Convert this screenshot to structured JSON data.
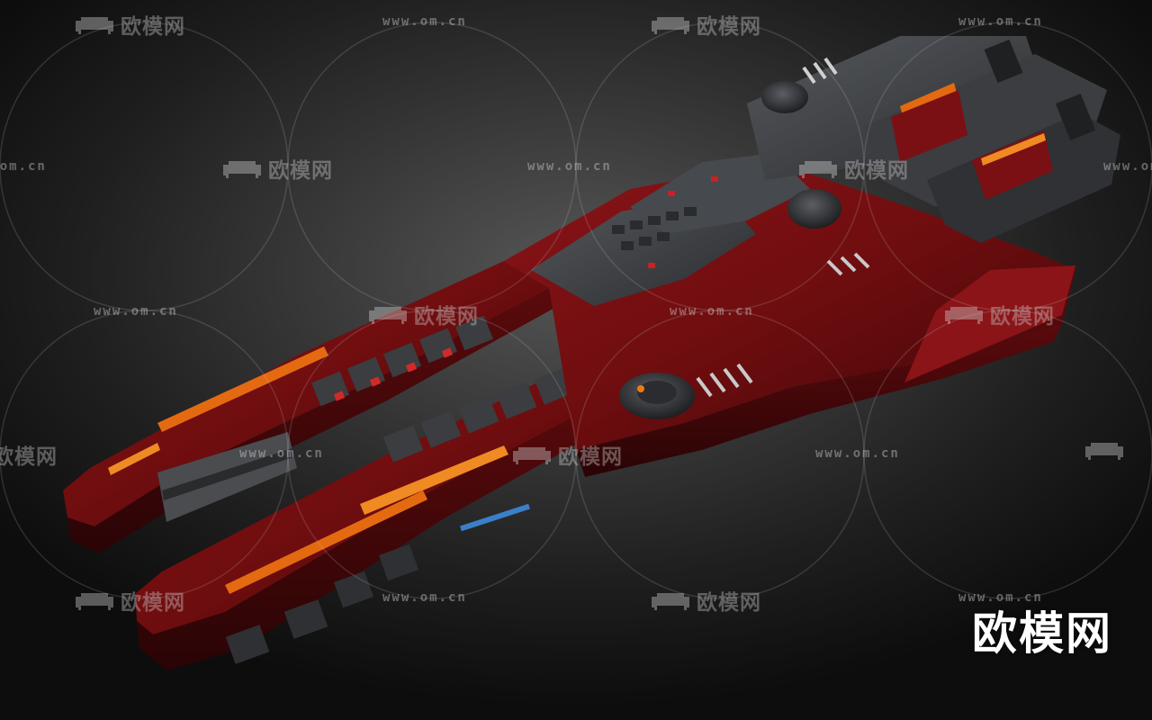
{
  "watermark": {
    "brand_text": "欧模网",
    "url_text": "www.om.cn",
    "logo_text": "欧模网",
    "color": "#d2d2d2"
  },
  "subject": {
    "hull_color": "#6e0d0f",
    "armor_color": "#3b3d40",
    "accent_color": "#f07a12"
  },
  "icons": [
    "sofa-icon"
  ]
}
